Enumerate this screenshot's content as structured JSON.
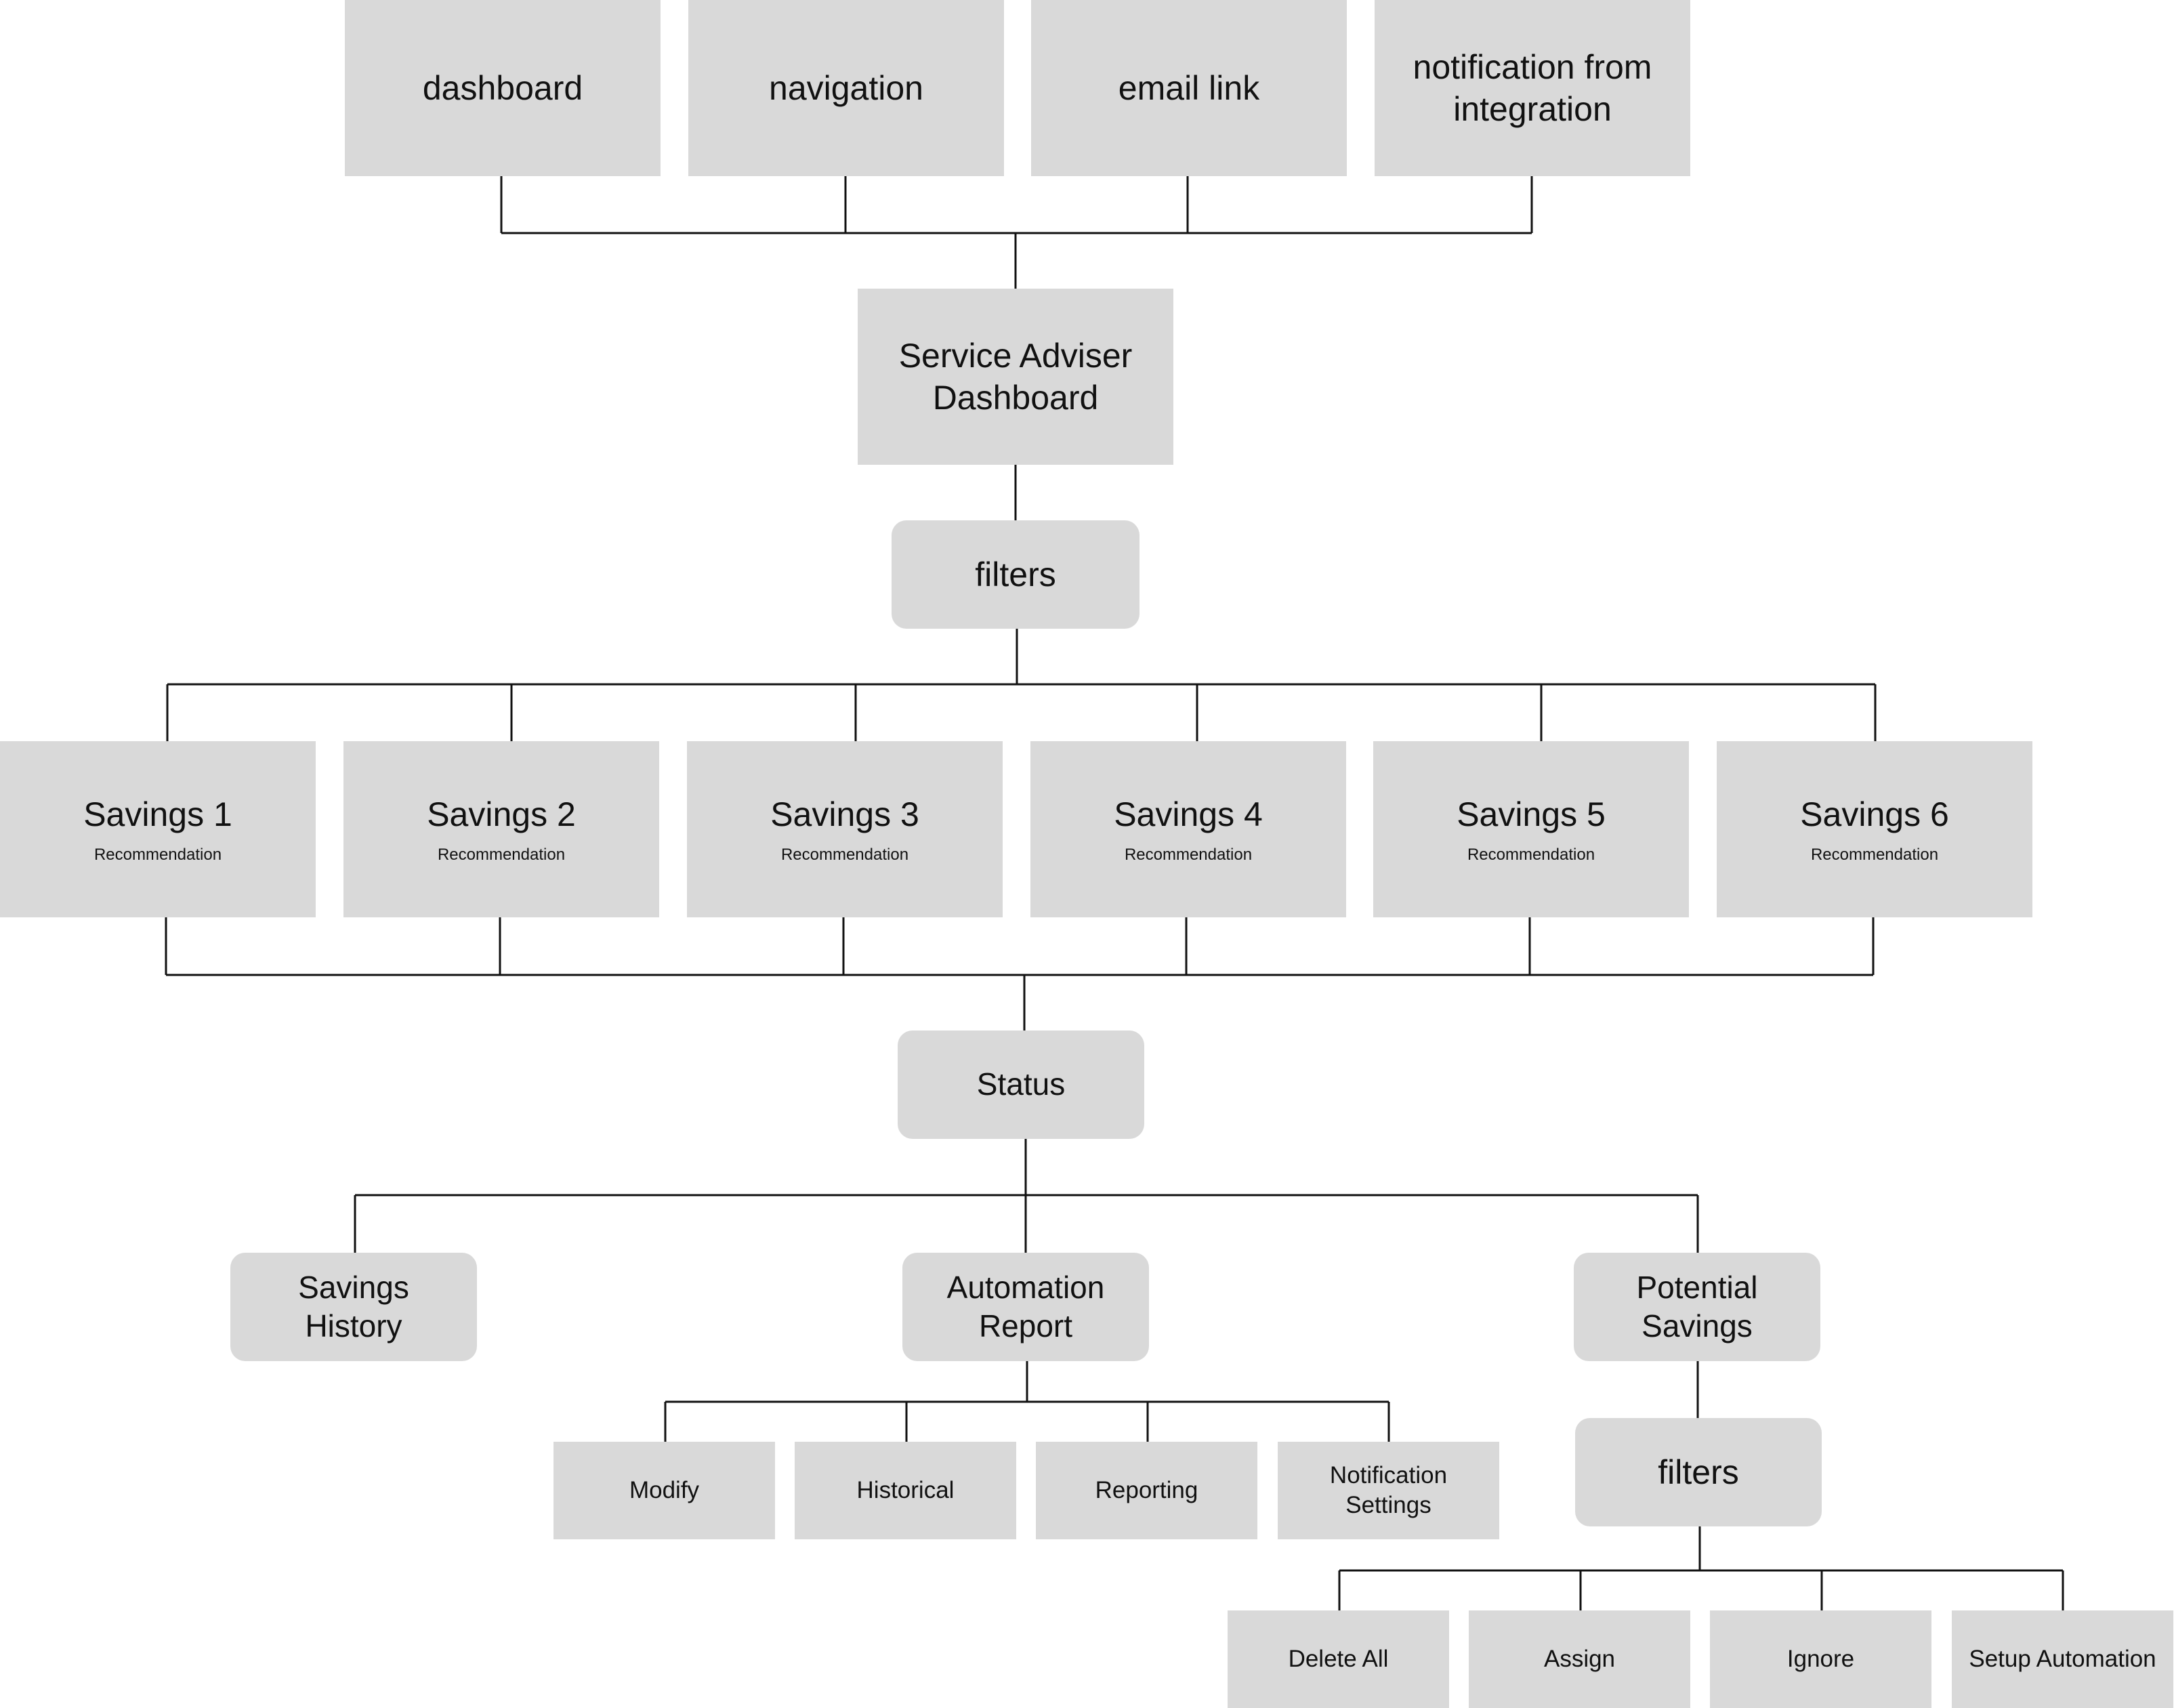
{
  "entry_points": {
    "dashboard": "dashboard",
    "navigation": "navigation",
    "email_link": "email link",
    "notification": "notification from\nintegration"
  },
  "service_adviser_dashboard": "Service Adviser\nDashboard",
  "filters_primary": "filters",
  "savings": [
    {
      "title": "Savings 1",
      "subtitle": "Recommendation"
    },
    {
      "title": "Savings 2",
      "subtitle": "Recommendation"
    },
    {
      "title": "Savings 3",
      "subtitle": "Recommendation"
    },
    {
      "title": "Savings 4",
      "subtitle": "Recommendation"
    },
    {
      "title": "Savings 5",
      "subtitle": "Recommendation"
    },
    {
      "title": "Savings 6",
      "subtitle": "Recommendation"
    }
  ],
  "status": "Status",
  "branches": {
    "savings_history": "Savings\nHistory",
    "automation_report": "Automation\nReport",
    "potential_savings": "Potential\nSavings"
  },
  "automation_report_children": {
    "modify": "Modify",
    "historical": "Historical",
    "reporting": "Reporting",
    "notification_settings": "Notification\nSettings"
  },
  "filters_secondary": "filters",
  "potential_savings_actions": {
    "delete_all": "Delete All",
    "assign": "Assign",
    "ignore": "Ignore",
    "setup_automation": "Setup Automation"
  },
  "colors": {
    "box_fill": "#d9d9d9",
    "line": "#111111",
    "text": "#111111",
    "background": "#ffffff"
  }
}
